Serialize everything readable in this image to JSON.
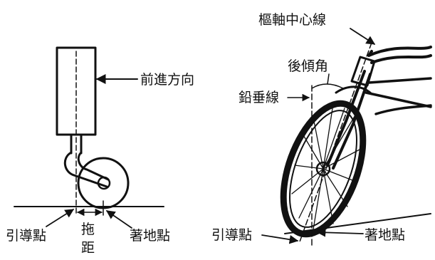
{
  "labels": {
    "steering_axis": "樞軸中心線",
    "caster_angle": "後傾角",
    "plumb_line": "鉛垂線",
    "travel_direction": "前進方向",
    "leading_point_left": "引導點",
    "trail_char_1": "拖",
    "trail_char_2": "距",
    "contact_point_left": "著地點",
    "leading_point_right": "引導點",
    "contact_point_right": "著地點"
  },
  "colors": {
    "ink": "#111111",
    "background": "#ffffff"
  }
}
